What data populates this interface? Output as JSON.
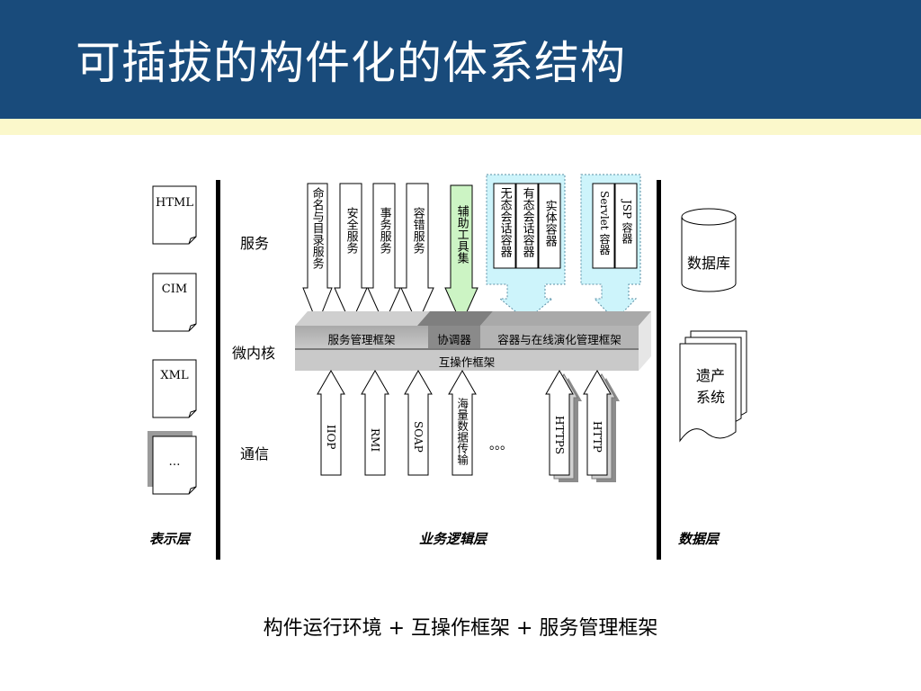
{
  "title": "可插拔的构件化的体系结构",
  "rows": {
    "service": "服务",
    "microkernel": "微内核",
    "communication": "通信"
  },
  "presentation_docs": [
    "HTML",
    "CIM",
    "XML",
    "…"
  ],
  "service_arrows": [
    "命名与目录服务",
    "安全服务",
    "事务服务",
    "容错服务"
  ],
  "assist_tools": "辅助工具集",
  "container_group_1": [
    "无态会话容器",
    "有态会话容器",
    "实体容器"
  ],
  "container_group_2": [
    "Servlet 容器",
    "JSP 容器"
  ],
  "kernel": {
    "service_framework": "服务管理框架",
    "coordinator": "协调器",
    "container_framework": "容器与在线演化管理框架",
    "interop": "互操作框架"
  },
  "protocols": [
    "IIOP",
    "RMI",
    "SOAP"
  ],
  "mass_data": "海量数据传输",
  "ellipsis": "。。。",
  "web_protocols": [
    "HTTPS",
    "HTTP"
  ],
  "data": {
    "database": "数据库",
    "legacy": "遗产系统"
  },
  "layers": {
    "presentation": "表示层",
    "business": "业务逻辑层",
    "data": "数据层"
  },
  "footer": "构件运行环境 + 互操作框架 + 服务管理框架"
}
